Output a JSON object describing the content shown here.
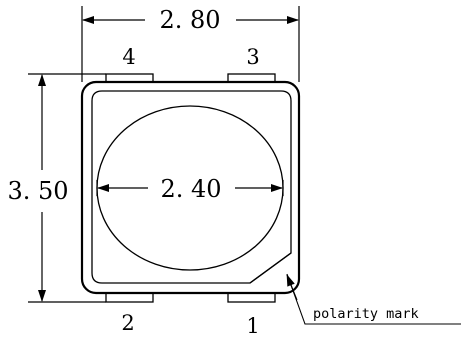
{
  "dimensions": {
    "width": "2. 80",
    "height": "3. 50",
    "lens_diameter": "2. 40"
  },
  "pins": {
    "pin1": "1",
    "pin2": "2",
    "pin3": "3",
    "pin4": "4"
  },
  "annotation": {
    "polarity_label": "polarity mark"
  }
}
